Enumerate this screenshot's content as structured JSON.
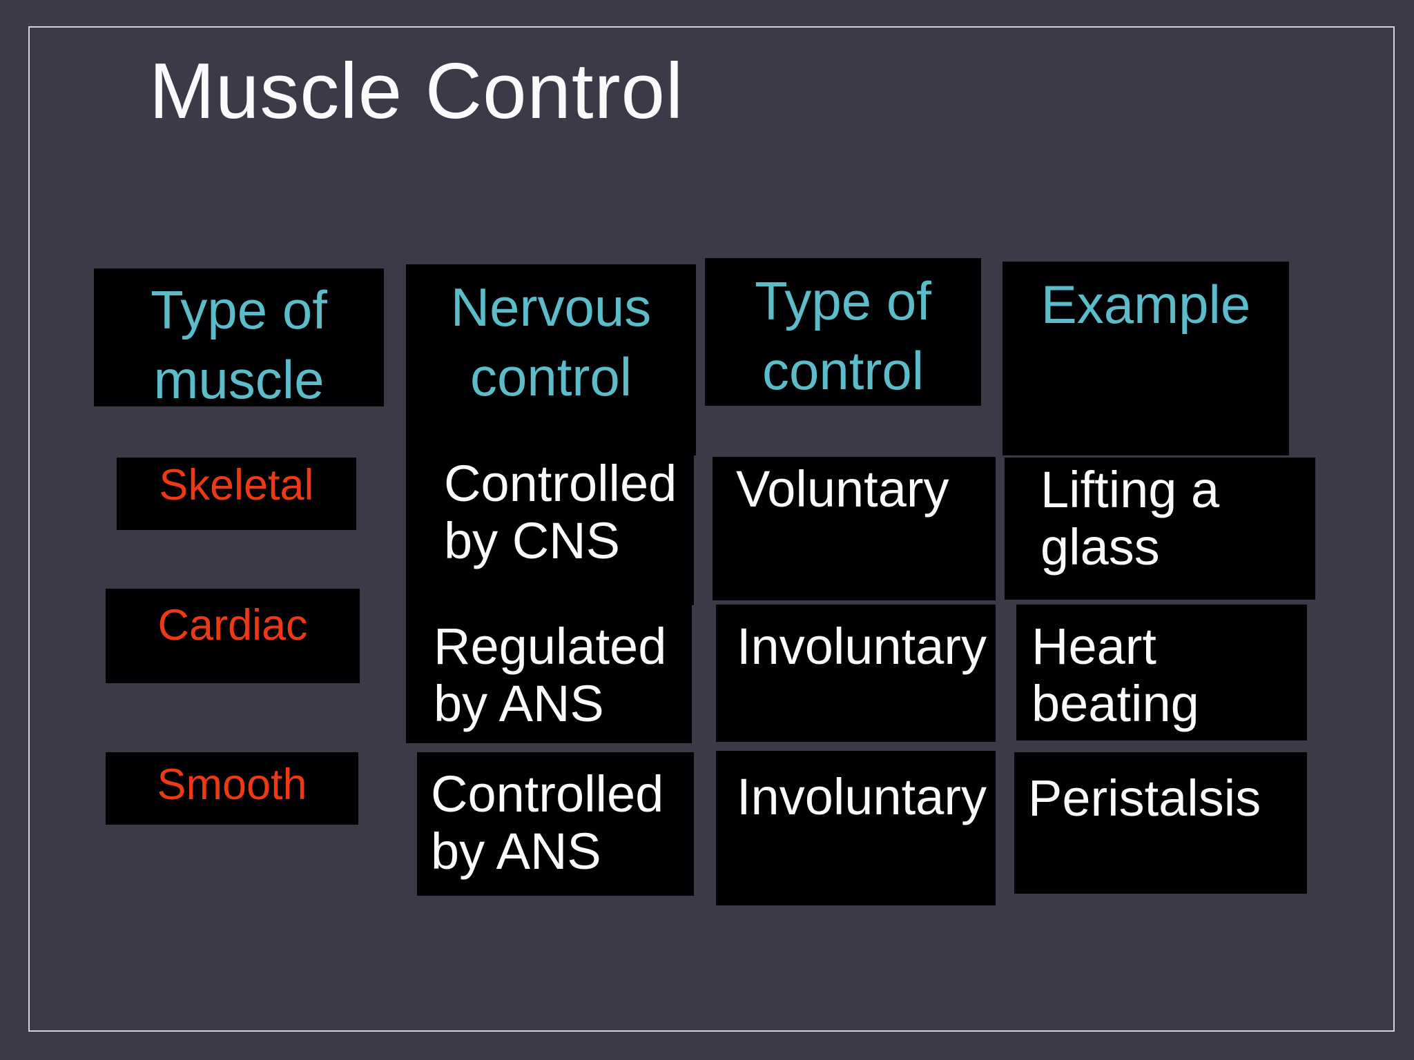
{
  "slide": {
    "title": "Muscle Control",
    "colors": {
      "background": "#3c3a48",
      "text_box": "#010103",
      "header_text": "#5cbcca",
      "muscle_label_text": "#ee3a14",
      "body_text": "#fafafa",
      "frame_border": "#d2d2de"
    },
    "table": {
      "headers": [
        {
          "label": "Type of\nmuscle"
        },
        {
          "label": "Nervous\ncontrol"
        },
        {
          "label": "Type of\ncontrol"
        },
        {
          "label": "Example"
        }
      ],
      "rows": [
        {
          "muscle": "Skeletal",
          "nervous_control": "Controlled\nby CNS",
          "type_of_control": "Voluntary",
          "example": "Lifting a\nglass"
        },
        {
          "muscle": "Cardiac",
          "nervous_control": "Regulated\nby ANS",
          "type_of_control": "Involuntary",
          "example": "Heart\nbeating"
        },
        {
          "muscle": "Smooth",
          "nervous_control": "Controlled\nby ANS",
          "type_of_control": "Involuntary",
          "example": "Peristalsis"
        }
      ]
    }
  }
}
